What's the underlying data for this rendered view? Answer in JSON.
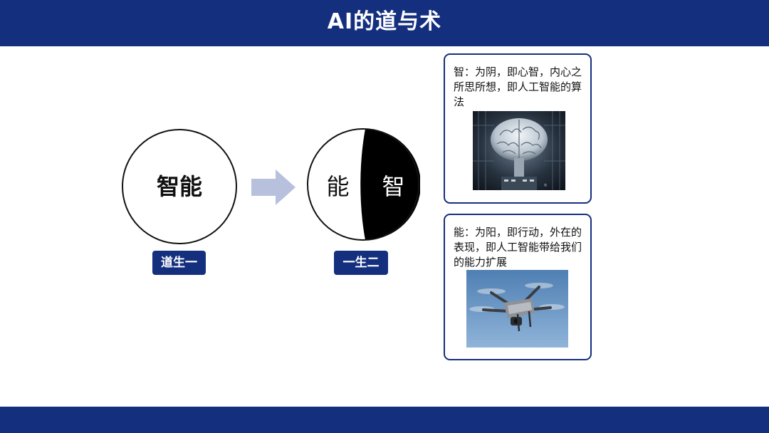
{
  "header": {
    "title": "AI的道与术"
  },
  "diagram": {
    "left_circle": {
      "label": "智能"
    },
    "right_circle": {
      "left_label": "能",
      "right_label": "智"
    },
    "badges": {
      "first": "道生一",
      "second": "一生二"
    }
  },
  "cards": [
    {
      "text": "智：为阴，即心智，内心之所思所想，即人工智能的算法",
      "image": "brain-illustration"
    },
    {
      "text": "能：为阳，即行动，外在的表现，即人工智能带给我们的能力扩展",
      "image": "drone-photo"
    }
  ],
  "colors": {
    "brand": "#142f7e",
    "arrow": "#b7c1dd"
  }
}
